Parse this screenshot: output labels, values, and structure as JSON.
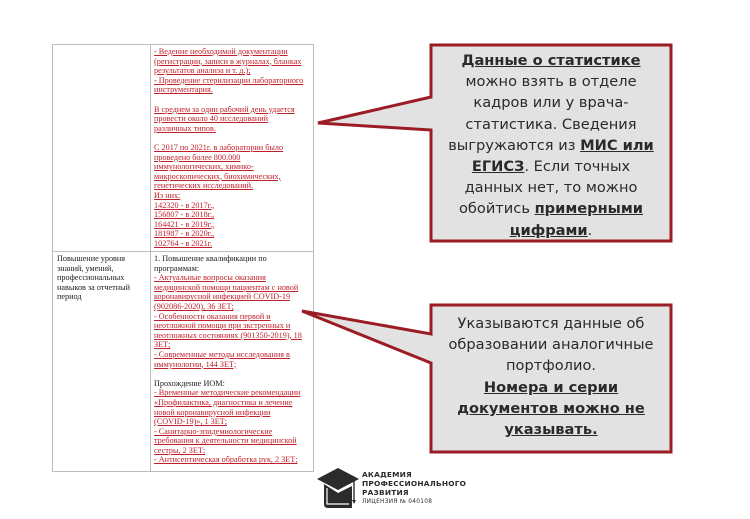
{
  "table": {
    "row1": {
      "left": "",
      "right": [
        {
          "text": "- Ведение необходимой документации",
          "style": "red"
        },
        {
          "text": "(регистрации, записи в журналах, бланках",
          "style": "red"
        },
        {
          "text": "результатов анализа и т. д.);",
          "style": "red"
        },
        {
          "text": "- Проведение стерилизации лабораторного",
          "style": "red"
        },
        {
          "text": "инструментария.",
          "style": "red"
        },
        {
          "text": "",
          "style": "gap"
        },
        {
          "text": "В среднем за один рабочий день удается",
          "style": "red"
        },
        {
          "text": "провести около 40 исследований",
          "style": "red"
        },
        {
          "text": "различных типов.",
          "style": "red"
        },
        {
          "text": "",
          "style": "gap"
        },
        {
          "text": "С 2017 по 2021г. в лаборатории было",
          "style": "red"
        },
        {
          "text": "проведено более 800.000",
          "style": "red"
        },
        {
          "text": "иммунологических, химико-",
          "style": "red"
        },
        {
          "text": "микроскопических, биохимических,",
          "style": "red"
        },
        {
          "text": "генетических исследований.",
          "style": "red"
        },
        {
          "text": "Из них:",
          "style": "red"
        },
        {
          "text": "142320 - в 2017г.,",
          "style": "red"
        },
        {
          "text": "156807 - в 2018г.,",
          "style": "red"
        },
        {
          "text": "164421 - в 2019г.,",
          "style": "red"
        },
        {
          "text": "181987 - в 2020г.,",
          "style": "red"
        },
        {
          "text": "102764 - в 2021г.",
          "style": "red"
        }
      ]
    },
    "row2": {
      "left": [
        "Повышение уровня",
        "знаний, умений,",
        "профессиональных",
        "навыков за отчетный",
        "период"
      ],
      "right": [
        {
          "text": "1. Повышение квалификации по",
          "style": "black"
        },
        {
          "text": "программам:",
          "style": "black"
        },
        {
          "text": "- Актуальные вопросы оказания",
          "style": "red"
        },
        {
          "text": "медицинской помощи пациентам с новой",
          "style": "red"
        },
        {
          "text": "коронавирусной инфекцией COVID-19",
          "style": "red"
        },
        {
          "text": "(902086-2020), 36 ЗЕТ;",
          "style": "red"
        },
        {
          "text": "- Особенности оказания первой и",
          "style": "red"
        },
        {
          "text": "неотложной помощи при экстренных и",
          "style": "red"
        },
        {
          "text": "неотложных состояниях (901350-2019), 18",
          "style": "red"
        },
        {
          "text": "ЗЕТ;",
          "style": "red"
        },
        {
          "text": "- Современные методы исследования в",
          "style": "red"
        },
        {
          "text": "иммунологии, 144 ЗЕТ;",
          "style": "red"
        },
        {
          "text": "",
          "style": "gap"
        },
        {
          "text": "Прохождение ИОМ:",
          "style": "black"
        },
        {
          "text": "- Временные методические рекомендации",
          "style": "red"
        },
        {
          "text": "«Профилактика, диагностика и лечение",
          "style": "red"
        },
        {
          "text": "новой коронавирусной инфекции",
          "style": "red"
        },
        {
          "text": "(COVID-19)», 1 ЗЕТ;",
          "style": "red"
        },
        {
          "text": "- Санитарно-эпидемиологические",
          "style": "red"
        },
        {
          "text": "требования к деятельности медицинской",
          "style": "red"
        },
        {
          "text": "сестры, 2 ЗЕТ;",
          "style": "red"
        },
        {
          "text": "- Антисептическая обработка рук, 2 ЗЕТ;",
          "style": "red"
        }
      ]
    }
  },
  "callout1": {
    "lines": [
      [
        {
          "t": "Данные о статистике",
          "b": true
        }
      ],
      [
        {
          "t": "можно взять в отделе",
          "b": false
        }
      ],
      [
        {
          "t": "кадров или у врача-",
          "b": false
        }
      ],
      [
        {
          "t": "статистика. Сведения",
          "b": false
        }
      ],
      [
        {
          "t": "выгружаются из ",
          "b": false
        },
        {
          "t": "МИС или",
          "b": true
        }
      ],
      [
        {
          "t": "ЕГИСЗ",
          "b": true
        },
        {
          "t": ". Если точных",
          "b": false
        }
      ],
      [
        {
          "t": "данных нет, то можно",
          "b": false
        }
      ],
      [
        {
          "t": "обойтись ",
          "b": false
        },
        {
          "t": "примерными",
          "b": true
        }
      ],
      [
        {
          "t": "цифрами",
          "b": true
        },
        {
          "t": ".",
          "b": false
        }
      ]
    ]
  },
  "callout2": {
    "lines": [
      [
        {
          "t": "Указываются данные об",
          "b": false
        }
      ],
      [
        {
          "t": "образовании аналогичные",
          "b": false
        }
      ],
      [
        {
          "t": "портфолио.",
          "b": false
        }
      ],
      [
        {
          "t": "Номера и серии",
          "b": true
        }
      ],
      [
        {
          "t": "документов можно не",
          "b": true
        }
      ],
      [
        {
          "t": "указывать.",
          "b": true
        }
      ]
    ]
  },
  "logo": {
    "line1": "АКАДЕМИЯ",
    "line2": "ПРОФЕССИОНАЛЬНОГО",
    "line3": "РАЗВИТИЯ",
    "license": "ЛИЦЕНЗИЯ № 040108"
  },
  "colors": {
    "accent_red": "#9b1c24",
    "text_red": "#c0202a",
    "callout_fill": "#e2e2e2",
    "text_dark": "#2a2a2a"
  }
}
